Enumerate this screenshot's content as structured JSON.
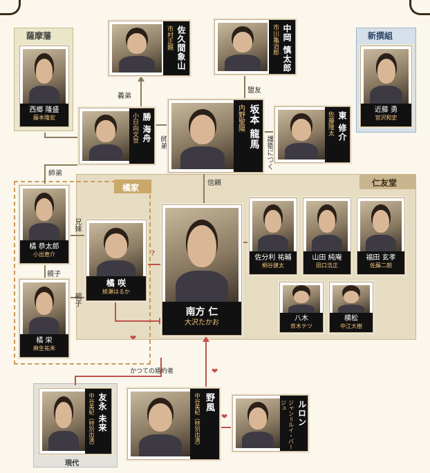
{
  "groups": {
    "satsuma": "薩摩藩",
    "shinsengumi": "新撰組",
    "tachibana": "橘家",
    "jinyudo": "仁友堂",
    "gendai": "現代"
  },
  "characters": {
    "saigo": {
      "name": "西郷 隆盛",
      "actor": "藤本隆宏"
    },
    "sakuma": {
      "name": "佐久間象山",
      "actor": "市村正親"
    },
    "nakaoka": {
      "name": "中岡 慎太郎",
      "actor": "市川亀治郎"
    },
    "kondo": {
      "name": "近藤 勇",
      "actor": "宮沢和史"
    },
    "katsu": {
      "name": "勝 海舟",
      "actor": "小日向文世"
    },
    "sakamoto": {
      "name": "坂本 龍馬",
      "actor": "内野聖陽"
    },
    "higashi": {
      "name": "東 修介",
      "actor": "佐藤隆太"
    },
    "kyotaro": {
      "name": "橘 恭太郎",
      "actor": "小出恵介"
    },
    "saki": {
      "name": "橘 咲",
      "actor": "綾瀬はるか"
    },
    "jin": {
      "name": "南方 仁",
      "actor": "大沢たかお"
    },
    "sabuuri": {
      "name": "佐分利 祐輔",
      "actor": "桐谷健太"
    },
    "yamada": {
      "name": "山田 純庵",
      "actor": "田口浩正"
    },
    "fukuda": {
      "name": "福田 玄孝",
      "actor": "佐藤二朗"
    },
    "sakae": {
      "name": "橘 栄",
      "actor": "麻生祐未"
    },
    "yagi": {
      "name": "八木",
      "actor": "斉木テツ"
    },
    "yokomatsu": {
      "name": "横松",
      "actor": "中江大樹"
    },
    "tomonaga": {
      "name": "友永 未来",
      "actor": "中谷美紀（特別出演）"
    },
    "nokaze": {
      "name": "野風",
      "actor": "中谷美紀（特別出演）"
    },
    "ruron": {
      "name": "ルロン",
      "actor": "ジャン＝ルイ・バージュ"
    }
  },
  "relations": {
    "gitei": "義弟",
    "meiyu": "盟友",
    "shitei_katsu": "師弟",
    "goei": "護衛につく",
    "shitei_kyotaro": "師弟",
    "kyomai": "兄妹",
    "shinrai": "信頼",
    "question": "?",
    "oyako1": "親子",
    "oyako2": "親子",
    "fiancee": "かつての婚約者"
  },
  "colors": {
    "accent": "#c0504d",
    "line": "#8a7a5c",
    "group_border": "#c9b68e"
  }
}
